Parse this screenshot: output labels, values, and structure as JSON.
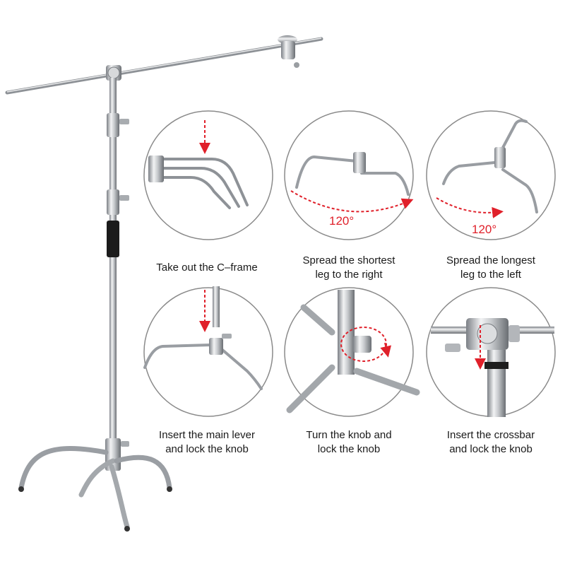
{
  "steps": [
    {
      "line1": "Take out the C–frame",
      "line2": ""
    },
    {
      "line1": "Spread the shortest",
      "line2": "leg to the right",
      "angle": "120°"
    },
    {
      "line1": "Spread the longest",
      "line2": "leg to the left",
      "angle": "120°"
    },
    {
      "line1": "Insert the main lever",
      "line2": "and lock the knob"
    },
    {
      "line1": "Turn the knob and",
      "line2": "lock the knob"
    },
    {
      "line1": "Insert the crossbar",
      "line2": "and lock the knob"
    }
  ],
  "colors": {
    "arrow": "#e0202a",
    "metal": "#b9bcc0",
    "metal_dark": "#6f7378",
    "circle": "#8a8a8a"
  }
}
